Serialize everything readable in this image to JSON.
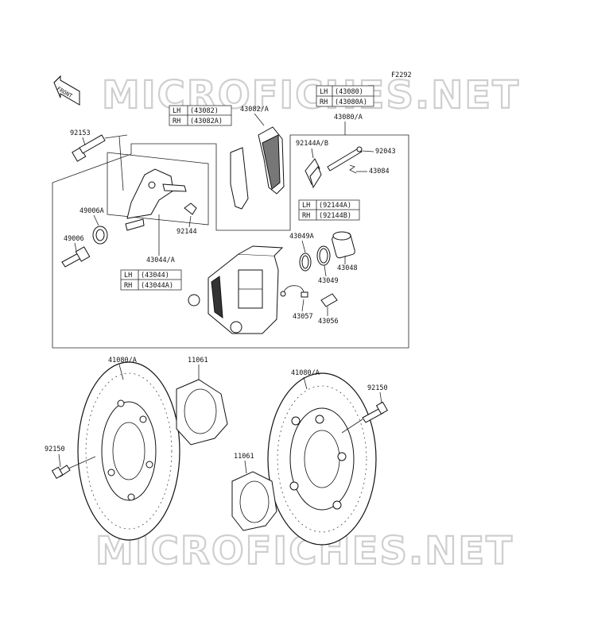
{
  "diagram_code": "F2292",
  "watermark": "MICROFICHES.NET",
  "front_label": "FRONT",
  "parts": {
    "p92153": "92153",
    "p49006A": "49006A",
    "p49006": "49006",
    "p43044A": "43044/A",
    "p92144": "92144",
    "p43082A": "43082/A",
    "p43080A": "43080/A",
    "p92144AB": "92144A/B",
    "p92043": "92043",
    "p43084": "43084",
    "p43049A": "43049A",
    "p43048": "43048",
    "p43049": "43049",
    "p43057": "43057",
    "p43056": "43056",
    "p41080A_left": "41080/A",
    "p11061_top": "11061",
    "p92150_left": "92150",
    "p41080A_right": "41080/A",
    "p92150_right": "92150",
    "p11061_bottom": "11061"
  },
  "side_tables": {
    "t43080": [
      {
        "side": "LH",
        "code": "(43080)"
      },
      {
        "side": "RH",
        "code": "(43080A)"
      }
    ],
    "t43082": [
      {
        "side": "LH",
        "code": "(43082)"
      },
      {
        "side": "RH",
        "code": "(43082A)"
      }
    ],
    "t92144": [
      {
        "side": "LH",
        "code": "(92144A)"
      },
      {
        "side": "RH",
        "code": "(92144B)"
      }
    ],
    "t43044": [
      {
        "side": "LH",
        "code": "(43044)"
      },
      {
        "side": "RH",
        "code": "(43044A)"
      }
    ]
  }
}
